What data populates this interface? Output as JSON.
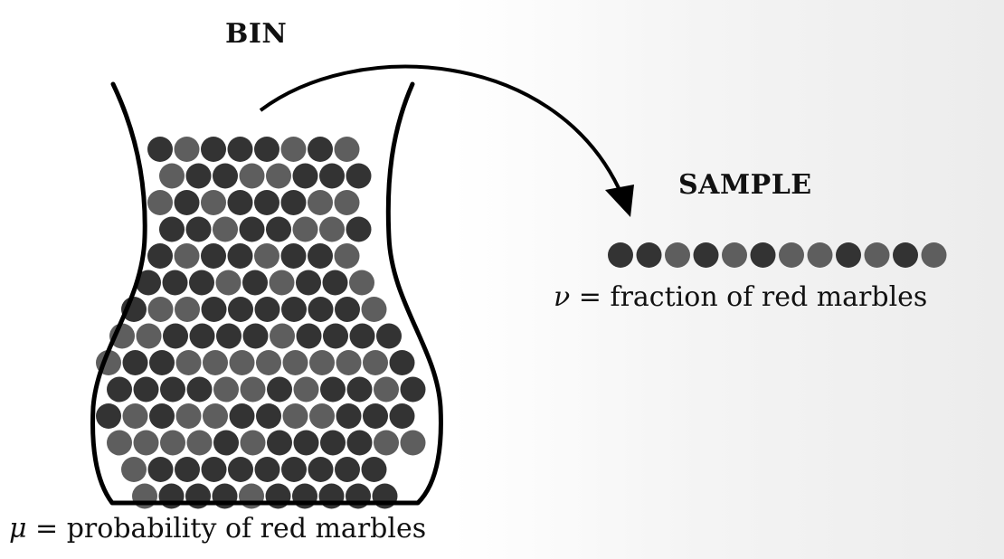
{
  "bin": {
    "title": "BIN",
    "caption_symbol": "μ",
    "caption_text": "= probability of red marbles"
  },
  "sample": {
    "title": "SAMPLE",
    "caption_symbol": "ν",
    "caption_text": "= fraction of red marbles",
    "marbles": [
      "red",
      "red",
      "green",
      "red",
      "green",
      "red",
      "green",
      "green",
      "red",
      "green",
      "red",
      "green"
    ]
  },
  "colors": {
    "red_marble": "#333333",
    "green_marble": "#5e5e5e",
    "outline": "#000000"
  }
}
